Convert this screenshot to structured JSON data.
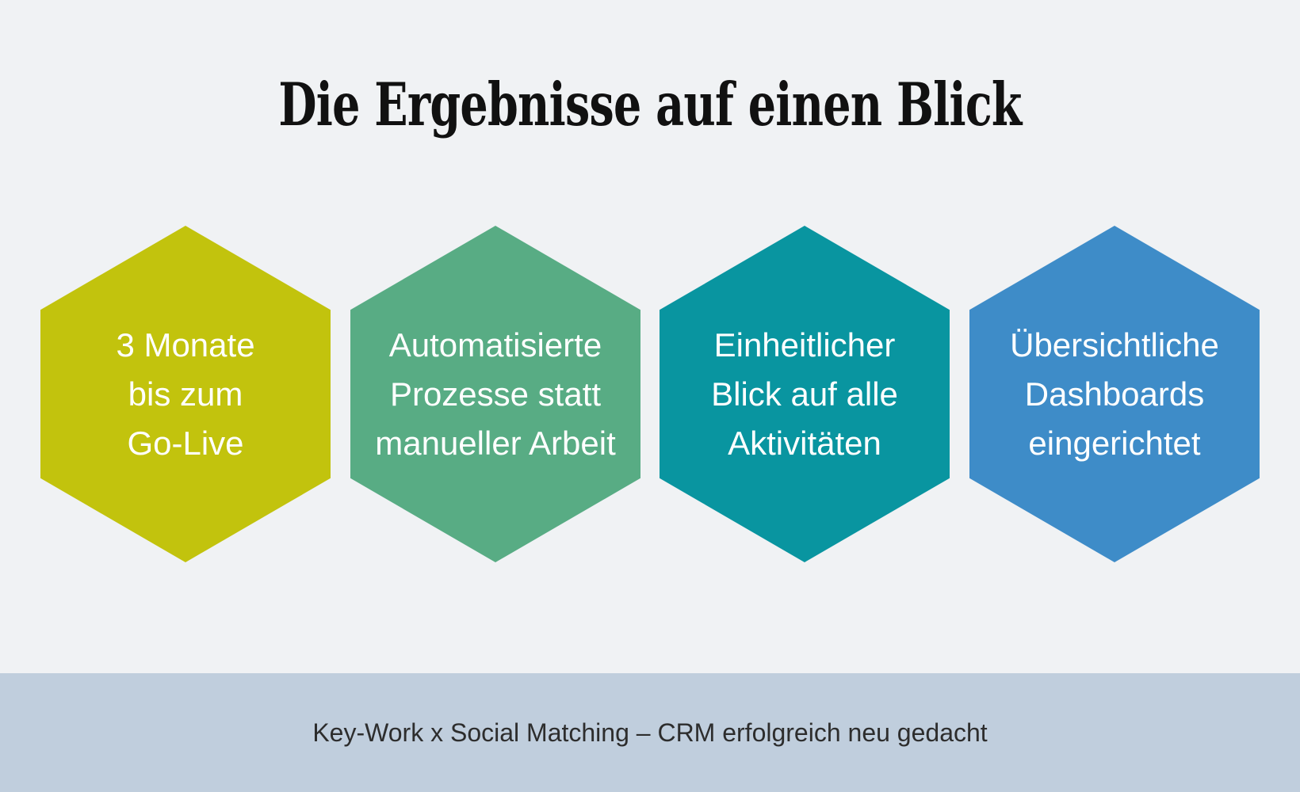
{
  "title": "Die Ergebnisse auf einen Blick",
  "hexagons": [
    {
      "name": "go-live",
      "color": "#c2c30d",
      "lines": [
        "3 Monate",
        "bis zum",
        "Go-Live"
      ]
    },
    {
      "name": "automated-processes",
      "color": "#58ac84",
      "lines": [
        "Automatisierte",
        "Prozesse statt",
        "manueller Arbeit"
      ]
    },
    {
      "name": "unified-view",
      "color": "#0995a0",
      "lines": [
        "Einheitlicher",
        "Blick auf alle",
        "Aktivitäten"
      ]
    },
    {
      "name": "dashboards",
      "color": "#3e8cc8",
      "lines": [
        "Übersichtliche",
        "Dashboards",
        "eingerichtet"
      ]
    }
  ],
  "footer": {
    "caption": "Key-Work x Social Matching – CRM erfolgreich neu gedacht",
    "background": "#c0cedd"
  },
  "colors": {
    "background": "#f0f2f4",
    "title_text": "#111111",
    "hexagon_text": "#ffffff",
    "footer_text": "#2d2d2d"
  }
}
